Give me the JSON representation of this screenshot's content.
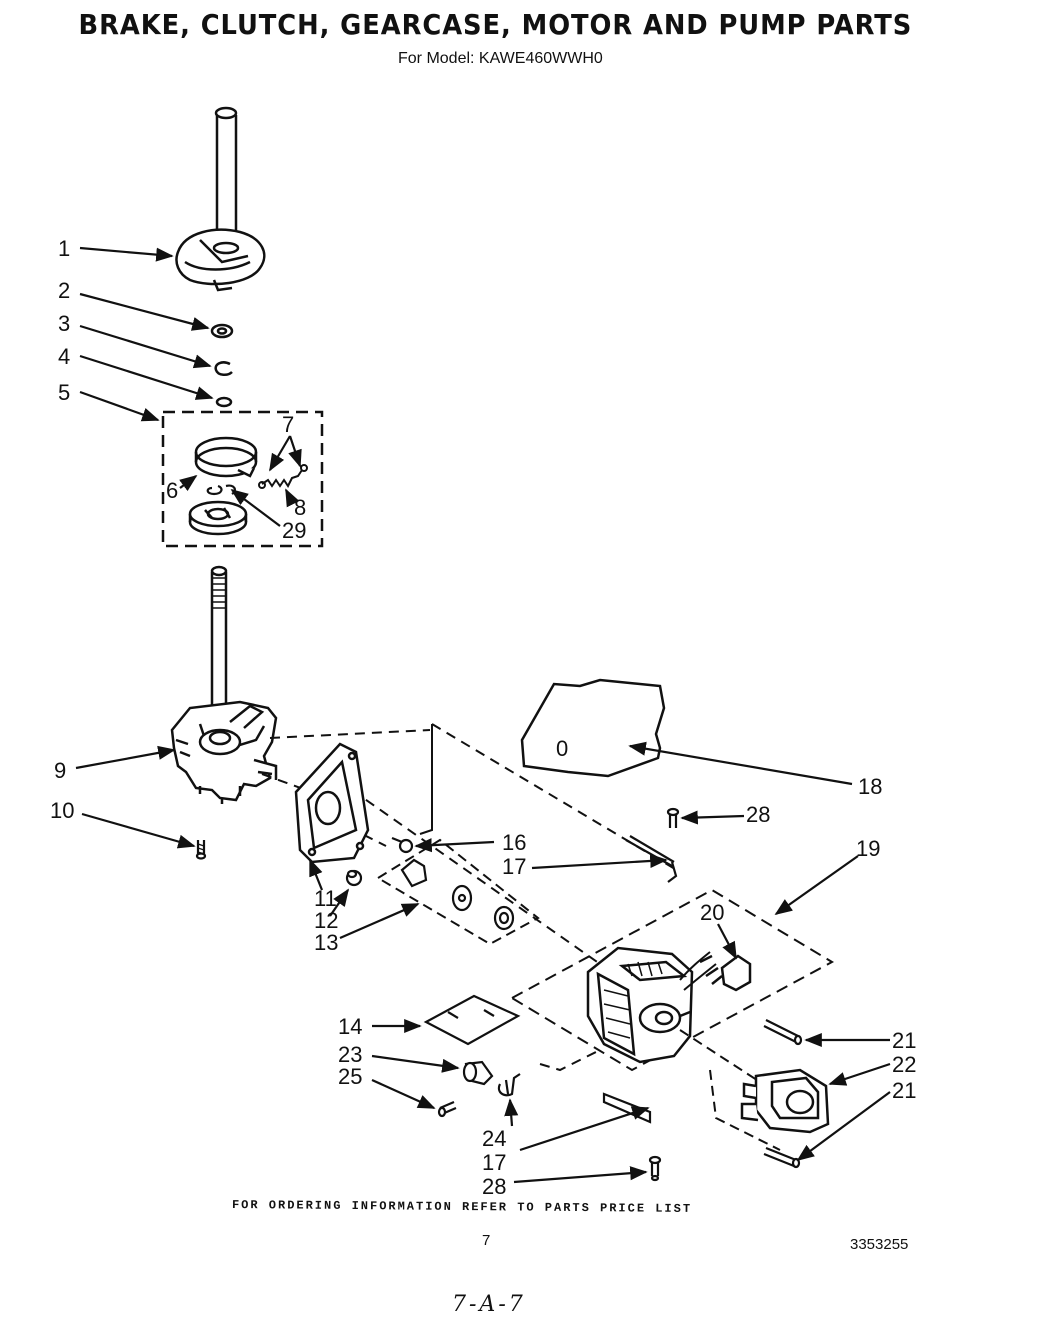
{
  "header": {
    "title": "BRAKE, CLUTCH, GEARCASE, MOTOR AND PUMP PARTS",
    "subtitle": "For Model: KAWE460WWH0"
  },
  "callouts": [
    {
      "label": "1"
    },
    {
      "label": "2"
    },
    {
      "label": "3"
    },
    {
      "label": "4"
    },
    {
      "label": "5"
    },
    {
      "label": "6"
    },
    {
      "label": "7"
    },
    {
      "label": "8"
    },
    {
      "label": "29"
    },
    {
      "label": "9"
    },
    {
      "label": "10"
    },
    {
      "label": "11"
    },
    {
      "label": "12"
    },
    {
      "label": "13"
    },
    {
      "label": "16"
    },
    {
      "label": "17"
    },
    {
      "label": "18"
    },
    {
      "label": "28"
    },
    {
      "label": "19"
    },
    {
      "label": "20"
    },
    {
      "label": "14"
    },
    {
      "label": "23"
    },
    {
      "label": "25"
    },
    {
      "label": "21"
    },
    {
      "label": "22"
    },
    {
      "label": "21"
    },
    {
      "label": "24"
    },
    {
      "label": "17"
    },
    {
      "label": "28"
    }
  ],
  "part_marking": "0",
  "footer": {
    "ordering_note": "FOR ORDERING INFORMATION REFER TO PARTS PRICE LIST",
    "page_number": "7",
    "document_number": "3353255",
    "handwritten_mark": "7-A-7"
  }
}
